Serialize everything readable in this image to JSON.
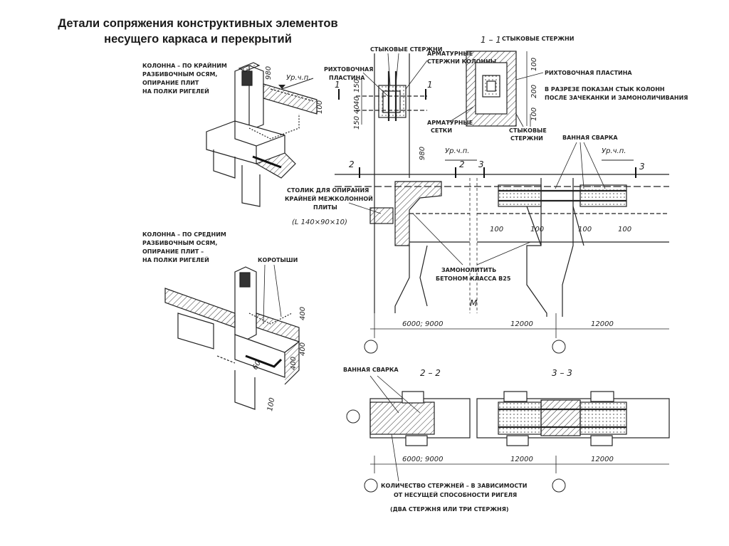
{
  "title": {
    "line1": "Детали сопряжения конструктивных элементов",
    "line2": "несущего каркаса и перекрытий"
  },
  "left_top_note": [
    "КОЛОННА – ПО КРАЙНИМ",
    "РАЗБИВОЧНЫМ ОСЯМ,",
    "ОПИРАНИЕ ПЛИТ",
    "НА ПОЛКИ РИГЕЛЕЙ"
  ],
  "left_bottom_note": [
    "КОЛОННА – ПО СРЕДНИМ",
    "РАЗБИВОЧНЫМ ОСЯМ,",
    "ОПИРАНИЕ ПЛИТ –",
    "НА ПОЛКИ РИГЕЛЕЙ"
  ],
  "labels": {
    "korotyshi": "КОРОТЫШИ",
    "stykovye_top": "СТЫКОВЫЕ СТЕРЖНИ",
    "rikhtovochnaya_left": [
      "РИХТОВОЧНАЯ",
      "ПЛАСТИНА"
    ],
    "armaturnye_sterzhni": [
      "АРМАТУРНЫЕ",
      "СТЕРЖНИ КОЛОННЫ"
    ],
    "armaturnye_setki": [
      "АРМАТУРНЫЕ",
      "СЕТКИ"
    ],
    "stykovye_bottom": [
      "СТЫКОВЫЕ",
      "СТЕРЖНИ"
    ],
    "section_1_1_title": "1 – 1",
    "stykovye_section": "СТЫКОВЫЕ СТЕРЖНИ",
    "rikhtovochnaya_right": "РИХТОВОЧНАЯ ПЛАСТИНА",
    "razreze_note": [
      "В РАЗРЕЗЕ ПОКАЗАН СТЫК КОЛОНН",
      "ПОСЛЕ ЗАЧЕКАНКИ И ЗАМОНОЛИЧИВАНИЯ"
    ],
    "vannaya_svarka_top": "ВАННАЯ СВАРКА",
    "stolik": [
      "СТОЛИК ДЛЯ ОПИРАНИЯ",
      "КРАЙНЕЙ МЕЖКОЛОННОЙ",
      "ПЛИТЫ"
    ],
    "stolik_size": "(L 140×90×10)",
    "zamonolitit": [
      "ЗАМОНОЛИТИТЬ",
      "БЕТОНОМ КЛАССА В25"
    ],
    "m_label": "М",
    "vannaya_svarka_bottom": "ВАННАЯ СВАРКА",
    "section_2_2": "2 – 2",
    "section_3_3": "3 – 3",
    "kolichestvo": [
      "КОЛИЧЕСТВО СТЕРЖНЕЙ – В ЗАВИСИМОСТИ",
      "ОТ НЕСУЩЕЙ СПОСОБНОСТИ РИГЕЛЯ",
      "(ДВА СТЕРЖНЯ ИЛИ ТРИ СТЕРЖНЯ)"
    ]
  },
  "level_mark": "Ур.ч.п.",
  "dims": {
    "d980": "980",
    "d100": "100",
    "d400": "400",
    "d60": "60",
    "d150": "150",
    "d40": "40",
    "d200": "200",
    "d6000": "6000; 9000",
    "d12000": "12000",
    "cut1": "1",
    "cut2": "2",
    "cut3": "3"
  }
}
